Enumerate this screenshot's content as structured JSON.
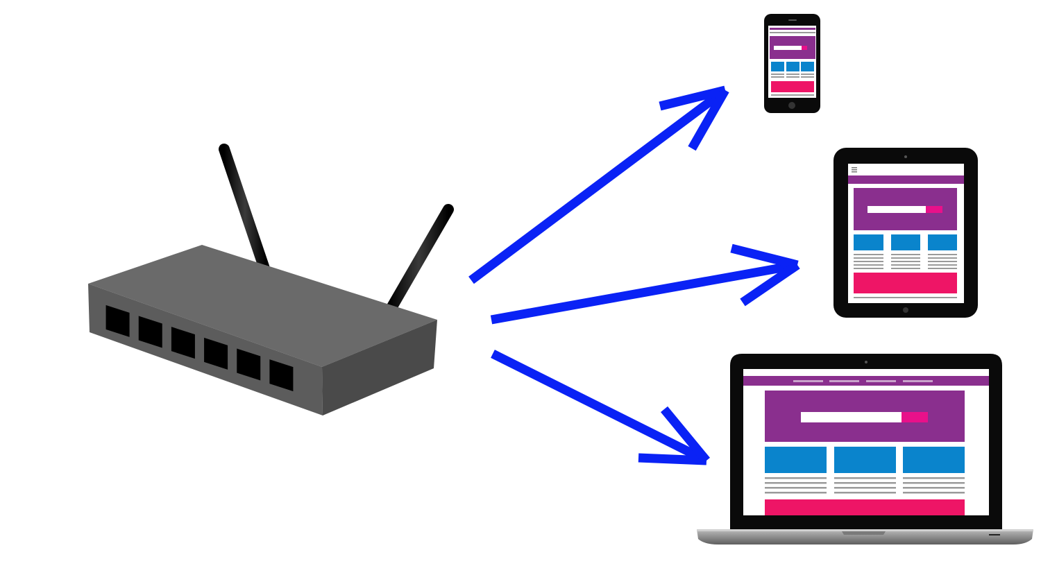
{
  "diagram": {
    "source": {
      "kind": "wifi-router",
      "port_count": 6,
      "antenna_count": 2
    },
    "targets": [
      {
        "kind": "smartphone"
      },
      {
        "kind": "tablet"
      },
      {
        "kind": "laptop"
      }
    ],
    "connections": [
      {
        "from": "wifi-router",
        "to": "smartphone"
      },
      {
        "from": "wifi-router",
        "to": "tablet"
      },
      {
        "from": "wifi-router",
        "to": "laptop"
      }
    ]
  },
  "colors": {
    "background": "#ffffff",
    "arrow": "#0a22f5",
    "router_top": "#6a6a6a",
    "router_front": "#5c5c5c",
    "router_side": "#4a4a4a",
    "device_frame": "#0a0a0a",
    "screen_header": "#8a2f8e",
    "screen_accent": "#e8118a",
    "screen_blocks": "#0a84cc",
    "screen_footer": "#ee1566",
    "screen_lines": "#9a9a9a",
    "laptop_base": "#9c9c9c"
  },
  "icons": [
    "router-icon",
    "smartphone-icon",
    "tablet-icon",
    "laptop-icon",
    "arrow-icon"
  ]
}
